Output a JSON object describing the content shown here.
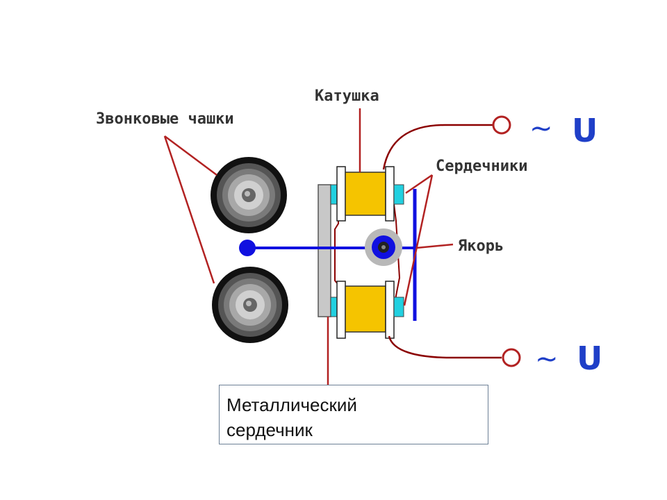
{
  "labels": {
    "bell_cups": "Звонковые чашки",
    "coil": "Катушка",
    "cores": "Сердечники",
    "armature": "Якорь"
  },
  "voltage": {
    "top": {
      "tilde": "~",
      "symbol": "U"
    },
    "bottom": {
      "tilde": "~",
      "symbol": "U"
    }
  },
  "caption": {
    "line1": "Металлический",
    "line2": "сердечник"
  },
  "colors": {
    "leader_line": "#b22222",
    "wire": "#8b0000",
    "armature": "#1010e0",
    "coil_fill": "#f5c400",
    "core_tip": "#22d0e0",
    "metal_core": "#c8c8c8",
    "voltage_text": "#1f3fc8",
    "caption_border": "#6c7f95"
  }
}
